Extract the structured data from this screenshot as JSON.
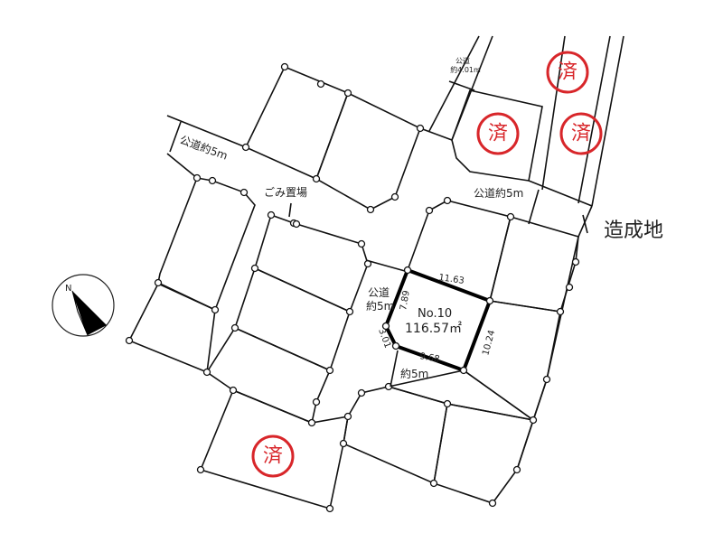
{
  "colors": {
    "stamp": "#d8262a",
    "line": "#111111"
  },
  "lot": {
    "number": "No.10",
    "area": "116.57㎡",
    "sides": {
      "top": "11.63",
      "right": "10.24",
      "bottom": "9.68",
      "left_upper": "7.89",
      "left_lower": "3.01"
    }
  },
  "roads": {
    "northwest": "公道約5m",
    "north_narrow_line1": "公道",
    "north_narrow_line2": "約4.01m",
    "east": "公道約5m",
    "west_lot_line1": "公道",
    "west_lot_line2": "約5m",
    "south_lot": "約5m"
  },
  "labels": {
    "garbage": "ごみ置場",
    "developed_land": "造成地",
    "compass": "N"
  },
  "stamps": [
    "済",
    "済",
    "済",
    "済"
  ],
  "icons": {
    "compass": "north-arrow-icon",
    "stamp": "sold-stamp-icon"
  }
}
